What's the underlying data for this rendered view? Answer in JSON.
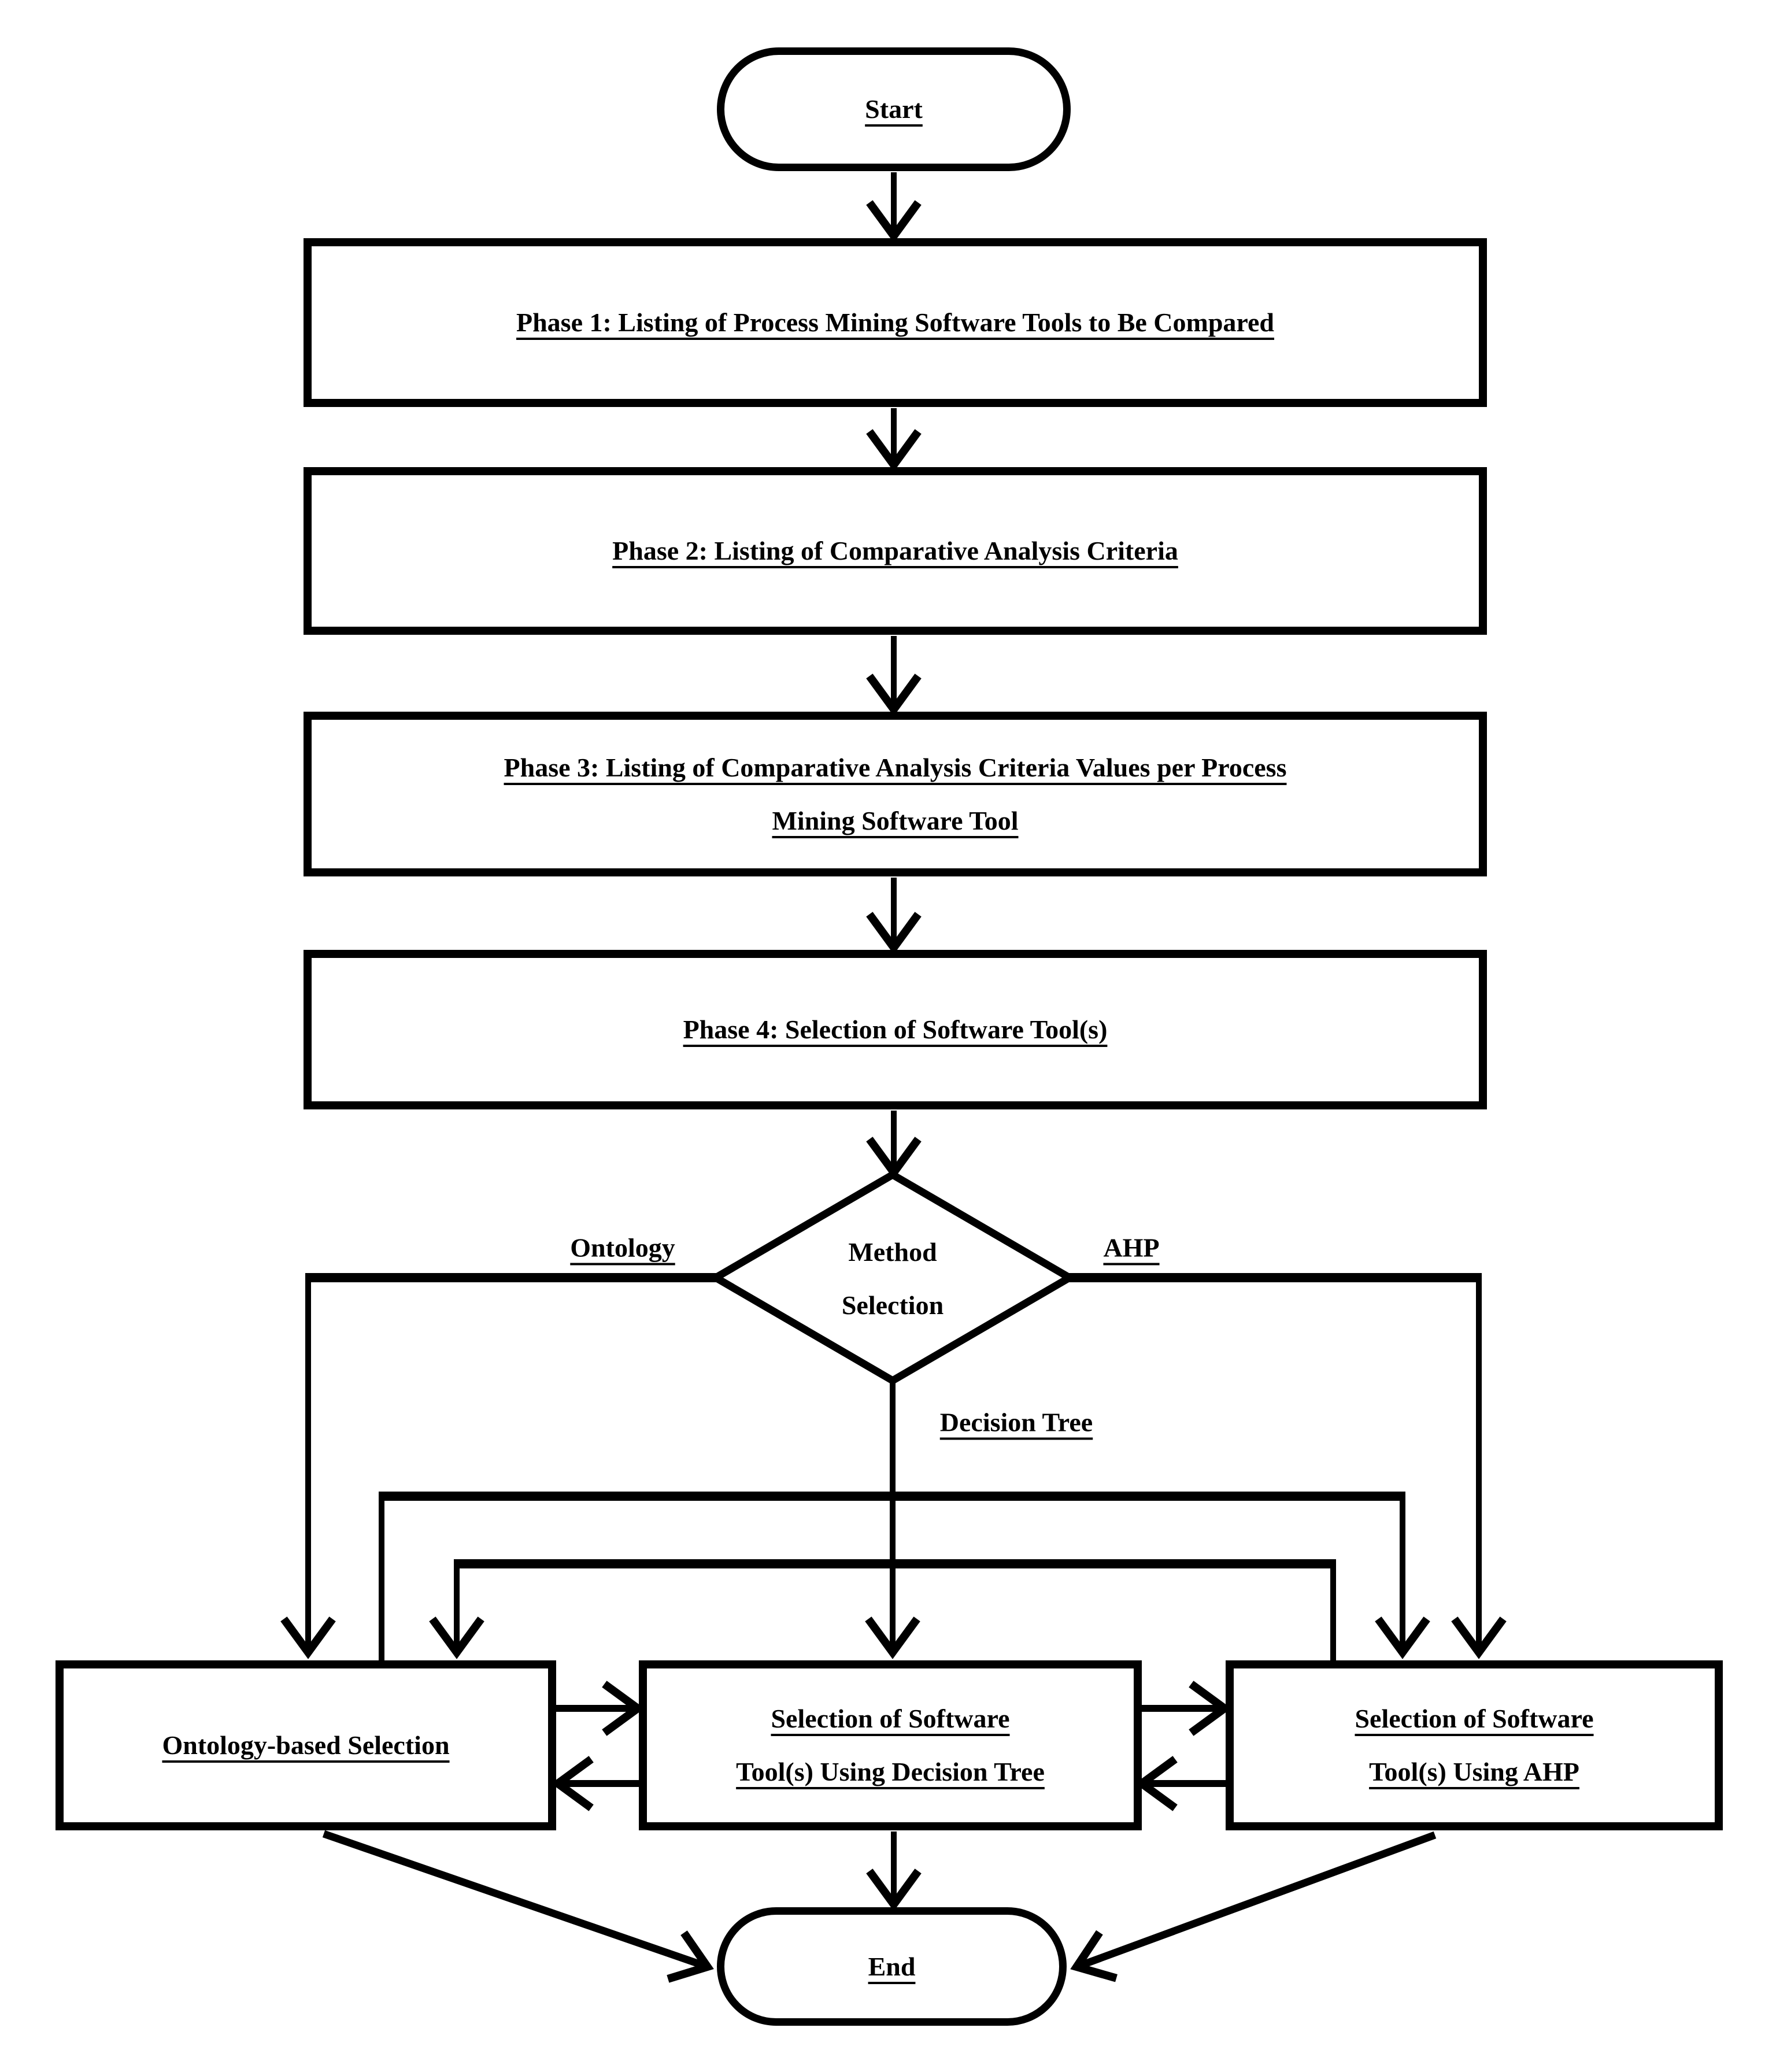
{
  "canvas": {
    "background": "#ffffff",
    "line_color": "#000000",
    "text_color": "#000000"
  },
  "nodes": {
    "start": {
      "label": "Start"
    },
    "phase1": {
      "label": "Phase 1: Listing of Process Mining Software Tools to Be Compared"
    },
    "phase2": {
      "label": "Phase 2: Listing of Comparative Analysis Criteria"
    },
    "phase3": {
      "lines": [
        "Phase 3: Listing of Comparative Analysis Criteria Values per Process",
        "Mining Software Tool"
      ]
    },
    "phase4": {
      "label": "Phase 4: Selection of Software Tool(s)"
    },
    "method_selection": {
      "lines": [
        "Method",
        "Selection"
      ]
    },
    "ontology_selection": {
      "label": "Ontology-based Selection"
    },
    "decision_tree_selection": {
      "lines": [
        "Selection of Software",
        "Tool(s) Using Decision Tree"
      ]
    },
    "ahp_selection": {
      "lines": [
        "Selection of Software",
        "Tool(s) Using AHP"
      ]
    },
    "end": {
      "label": "End"
    }
  },
  "edge_labels": {
    "ontology": "Ontology",
    "ahp": "AHP",
    "decision_tree": "Decision Tree"
  }
}
